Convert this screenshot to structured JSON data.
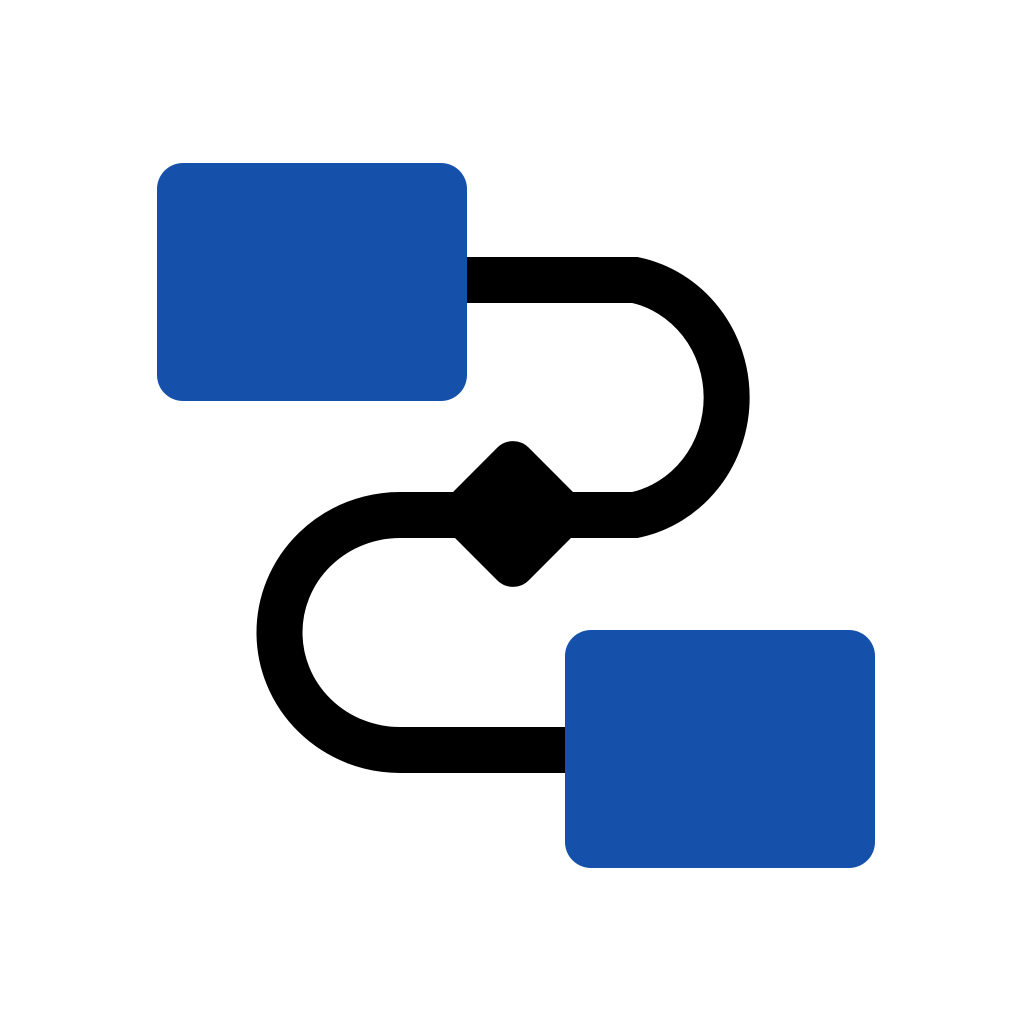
{
  "icon": {
    "name": "flowchart-icon",
    "colors": {
      "background": "#ffffff",
      "node": "#1550AA",
      "connector": "#000000"
    },
    "nodes": [
      {
        "id": "start",
        "shape": "rounded-rectangle",
        "color": "#1550AA"
      },
      {
        "id": "decision",
        "shape": "diamond",
        "color": "#000000"
      },
      {
        "id": "end",
        "shape": "rounded-rectangle",
        "color": "#1550AA"
      }
    ]
  }
}
